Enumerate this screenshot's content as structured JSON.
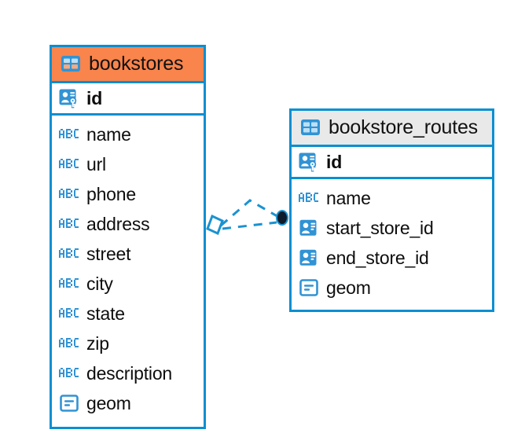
{
  "diagram": {
    "type": "entity-relationship-diagram",
    "background_color": "#ffffff",
    "accent_color": "#0a8fd1",
    "highlight_color": "#f9844c",
    "header_gray": "#e9e9e9"
  },
  "entities": [
    {
      "name": "bookstores",
      "header_style": "orange",
      "table_icon": "table-icon",
      "primary_keys": [
        {
          "label": "id",
          "icon": "primary-key-icon"
        }
      ],
      "fields": [
        {
          "label": "name",
          "icon": "text-type-icon"
        },
        {
          "label": "url",
          "icon": "text-type-icon"
        },
        {
          "label": "phone",
          "icon": "text-type-icon"
        },
        {
          "label": "address",
          "icon": "text-type-icon"
        },
        {
          "label": "street",
          "icon": "text-type-icon"
        },
        {
          "label": "city",
          "icon": "text-type-icon"
        },
        {
          "label": "state",
          "icon": "text-type-icon"
        },
        {
          "label": "zip",
          "icon": "text-type-icon"
        },
        {
          "label": "description",
          "icon": "text-type-icon"
        },
        {
          "label": "geom",
          "icon": "geometry-type-icon"
        }
      ]
    },
    {
      "name": "bookstore_routes",
      "header_style": "gray",
      "table_icon": "table-icon",
      "primary_keys": [
        {
          "label": "id",
          "icon": "primary-key-icon"
        }
      ],
      "fields": [
        {
          "label": "name",
          "icon": "text-type-icon"
        },
        {
          "label": "start_store_id",
          "icon": "foreign-key-icon"
        },
        {
          "label": "end_store_id",
          "icon": "foreign-key-icon"
        },
        {
          "label": "geom",
          "icon": "geometry-type-icon"
        }
      ]
    }
  ],
  "relationship": {
    "from_entity": "bookstores",
    "to_entity": "bookstore_routes",
    "line_style": "dashed",
    "line_color": "#1b92d1",
    "source_marker": "diamond-marker",
    "target_marker": "filled-circle-marker",
    "target_marker_color": "#0d1b2a"
  }
}
